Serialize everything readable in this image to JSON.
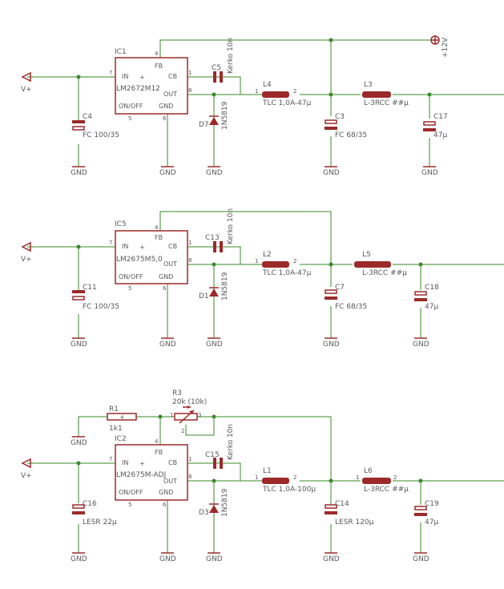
{
  "pins": {
    "in": "IN",
    "fb": "FB",
    "cb": "CB",
    "out": "OUT",
    "onoff": "ON/OFF",
    "gnd": "GND",
    "plus": "+",
    "n1": "1",
    "n2": "2",
    "n3": "3",
    "n4": "4",
    "n5": "5",
    "n6": "6",
    "n7": "7",
    "n8": "8"
  },
  "gnd": "GND",
  "vplus": "V+",
  "supply_12v": "+12V",
  "row1": {
    "ic_name": "IC1",
    "ic_value": "LM2672M12",
    "c_in_name": "C4",
    "c_in_value": "FC 100/35",
    "c_boot_name": "C5",
    "c_boot_value": "Kerko 10n",
    "diode_name": "D7",
    "diode_value": "1N5819",
    "l_main_name": "L4",
    "l_main_value": "TLC 1,0A-47µ",
    "c_out_name": "C3",
    "c_out_value": "FC 68/35",
    "l_filter_name": "L3",
    "l_filter_value": "L-3RCC ##µ",
    "c_filter_name": "C17",
    "c_filter_value": "47µ"
  },
  "row2": {
    "ic_name": "IC5",
    "ic_value": "LM2675M5,0",
    "c_in_name": "C11",
    "c_in_value": "FC 100/35",
    "c_boot_name": "C13",
    "c_boot_value": "Kerko 10n",
    "diode_name": "D1",
    "diode_value": "1N5819",
    "l_main_name": "L2",
    "l_main_value": "TLC 1,0A-47µ",
    "c_out_name": "C7",
    "c_out_value": "FC 68/35",
    "l_filter_name": "L5",
    "l_filter_value": "L-3RCC ##µ",
    "c_filter_name": "C18",
    "c_filter_value": "47µ"
  },
  "row3": {
    "ic_name": "IC2",
    "ic_value": "LM2675M-ADJ",
    "c_in_name": "C16",
    "c_in_value": "LESR 22µ",
    "c_boot_name": "C15",
    "c_boot_value": "Kerko 10n",
    "diode_name": "D3",
    "diode_value": "1N5819",
    "l_main_name": "L1",
    "l_main_value": "TLC 1,0A-100µ",
    "c_out_name": "C14",
    "c_out_value": "LESR 120µ",
    "l_filter_name": "L6",
    "l_filter_value": "L-3RCC ##µ",
    "c_filter_name": "C19",
    "c_filter_value": "47µ",
    "r1_name": "R1",
    "r1_value": "1k1",
    "r3_name": "R3",
    "r3_value": "20k (10k)"
  }
}
